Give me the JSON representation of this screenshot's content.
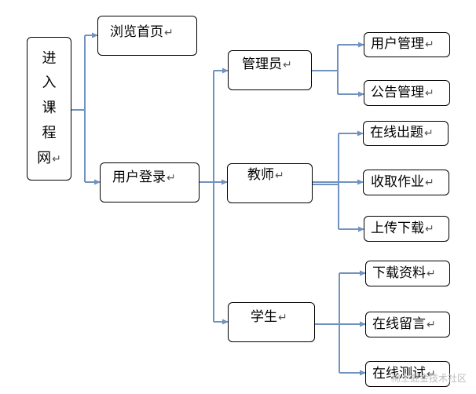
{
  "diagram": {
    "root": {
      "chars": [
        "进",
        "入",
        "课",
        "程",
        "网"
      ],
      "mark": "↵"
    },
    "level1": [
      {
        "label": "浏览首页",
        "mark": "↵"
      },
      {
        "label": "用户登录",
        "mark": "↵"
      }
    ],
    "roles": [
      {
        "label": "管理员",
        "mark": "↵"
      },
      {
        "label": "教师",
        "mark": "↵"
      },
      {
        "label": "学生",
        "mark": "↵"
      }
    ],
    "admin_tasks": [
      {
        "label": "用户管理",
        "mark": "↵"
      },
      {
        "label": "公告管理",
        "mark": "↵"
      }
    ],
    "teacher_tasks": [
      {
        "label": "在线出题",
        "mark": "↵"
      },
      {
        "label": "收取作业",
        "mark": "↵"
      },
      {
        "label": "上传下载",
        "mark": "↵"
      }
    ],
    "student_tasks": [
      {
        "label": "下载资料",
        "mark": "↵"
      },
      {
        "label": "在线留言",
        "mark": "↵"
      },
      {
        "label": "在线测试",
        "mark": "↵"
      }
    ],
    "watermark": "稀土掘金技术社区",
    "colors": {
      "connector": "#7092be",
      "border": "#000000",
      "text": "#000000"
    }
  }
}
